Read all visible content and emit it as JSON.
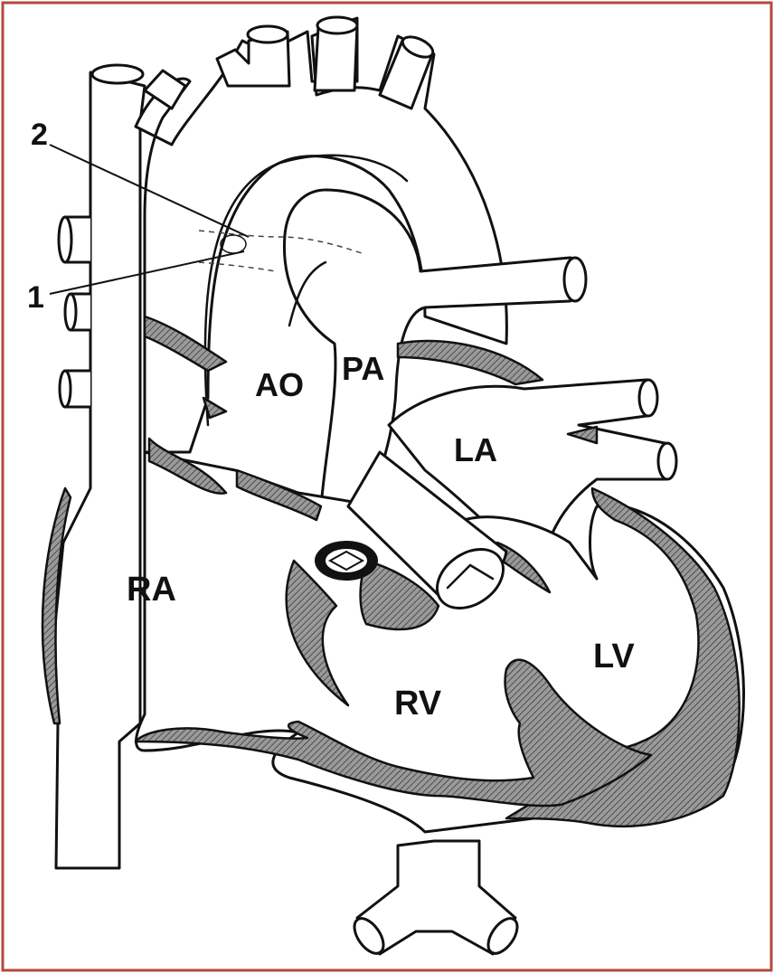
{
  "colors": {
    "border": "#b5493f",
    "line": "#111111",
    "muscle_fill": "#8a8a8a",
    "background": "#ffffff"
  },
  "labels": {
    "ao": "AO",
    "pa": "PA",
    "la": "LA",
    "ra": "RA",
    "rv": "RV",
    "lv": "LV",
    "callout_1": "1",
    "callout_2": "2"
  }
}
